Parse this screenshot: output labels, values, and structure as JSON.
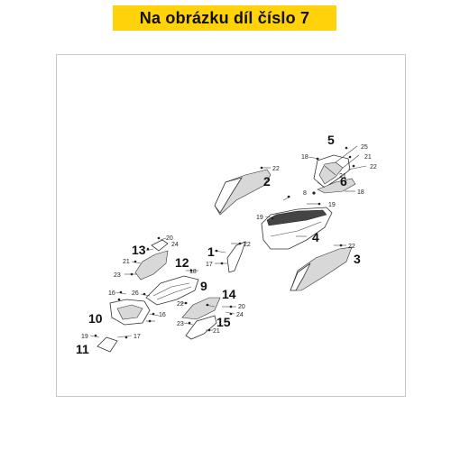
{
  "header": {
    "title": "Na obrázku díl číslo 7",
    "banner_color": "#ffd20a"
  },
  "callouts": {
    "n1": "1",
    "n2": "2",
    "n3": "3",
    "n4": "4",
    "n5": "5",
    "n6": "6",
    "n9": "9",
    "n10": "10",
    "n11": "11",
    "n12": "12",
    "n13": "13",
    "n14": "14",
    "n15": "15"
  },
  "small_labels": {
    "s8": "8",
    "s16a": "16",
    "s16b": "16",
    "s17a": "17",
    "s17b": "17",
    "s18a": "18",
    "s18b": "18",
    "s18c": "18",
    "s19a": "19",
    "s19b": "19",
    "s19c": "19",
    "s20a": "20",
    "s20b": "20",
    "s21a": "21",
    "s21b": "21",
    "s21c": "21",
    "s21d": "21",
    "s22a": "22",
    "s22b": "22",
    "s22c": "22",
    "s22d": "22",
    "s22e": "22",
    "s23a": "23",
    "s23b": "23",
    "s24a": "24",
    "s24b": "24",
    "s25": "25",
    "s26": "26"
  }
}
